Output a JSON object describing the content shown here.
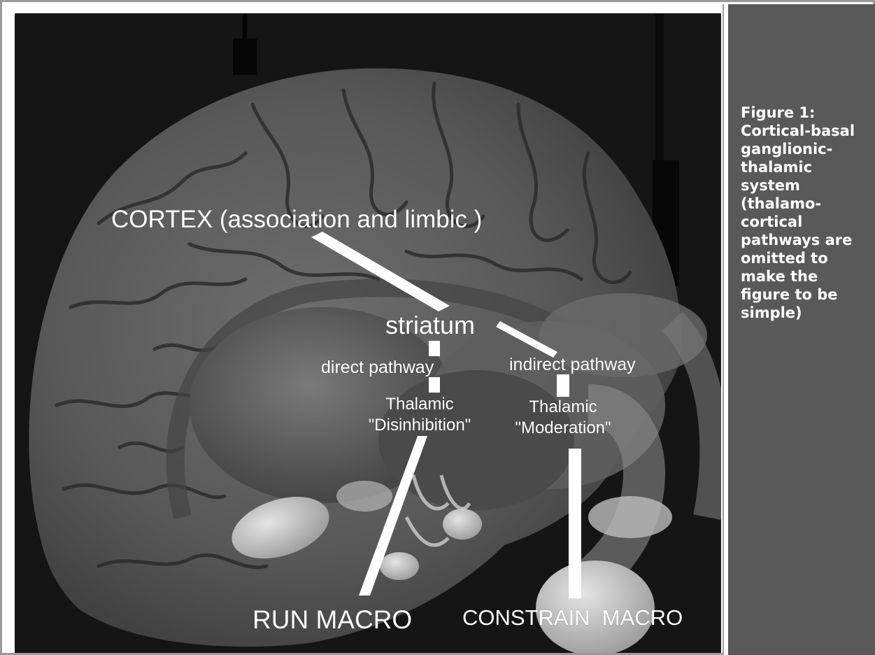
{
  "figure": {
    "labels": {
      "cortex": "CORTEX (association and limbic )",
      "striatum": "striatum",
      "direct_pathway": "direct pathway",
      "indirect_pathway": "indirect pathway",
      "thalamic_disinhibition": "Thalamic\n\"Disinhibition\"",
      "thalamic_moderation": "Thalamic\n\"Moderation\"",
      "run_macro": "RUN MACRO",
      "constrain_macro": "CONSTRAIN  MACRO"
    },
    "caption": "Figure 1:\nCortical-basal\nganglionic-\nthalamic\nsystem\n(thalamo-\ncortical\npathways are\nomitted to\nmake the\nfigure to be\nsimple)"
  },
  "colors": {
    "caption_background": "#595959",
    "photo_background": "#131313",
    "label_color": "#ffffff",
    "frame_border": "#9a9a9a"
  }
}
